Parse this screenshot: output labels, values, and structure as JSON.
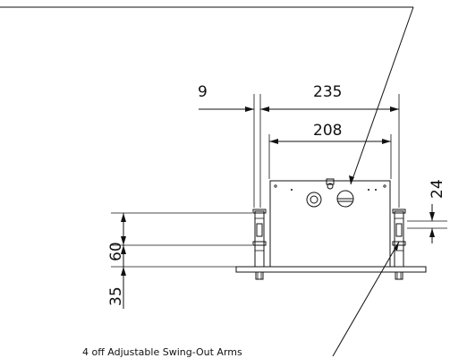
{
  "dimensions": {
    "gap_9": "9",
    "overall_235": "235",
    "inner_208": "208",
    "bracket_24": "24",
    "height_60": "60",
    "height_35": "35"
  },
  "callout": {
    "arms_note": "4 off Adjustable Swing-Out Arms"
  }
}
